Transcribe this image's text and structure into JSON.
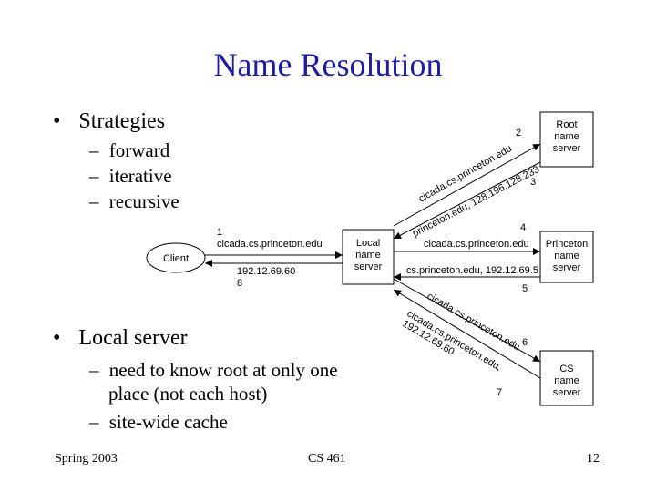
{
  "title": "Name Resolution",
  "bullets": [
    {
      "text": "Strategies",
      "subitems": [
        "forward",
        "iterative",
        "recursive"
      ]
    },
    {
      "text": "Local server",
      "subitems": [
        "need to know root at only one",
        "place (not each host)",
        "site-wide cache"
      ]
    }
  ],
  "bullet_glyph": "•",
  "dash_glyph": "–",
  "footer": {
    "left": "Spring 2003",
    "center": "CS 461",
    "right": "12"
  },
  "diagram": {
    "nodes": {
      "client": "Client",
      "local": [
        "Local",
        "name",
        "server"
      ],
      "root": [
        "Root",
        "name",
        "server"
      ],
      "princeton": [
        "Princeton",
        "name",
        "server"
      ],
      "cs": [
        "CS",
        "name",
        "server"
      ]
    },
    "steps": {
      "s1": "1",
      "s1_label": "cicada.cs.princeton.edu",
      "s8_label": "192.12.69.60",
      "s8": "8",
      "s2": "2",
      "s2_label": "cicada.cs.princeton.edu",
      "s3": "3",
      "s3_label": "princeton.edu, 128.196.128.233",
      "s4": "4",
      "s4_label": "cicada.cs.princeton.edu",
      "s5_label": "cs.princeton.edu, 192.12.69.5",
      "s5": "5",
      "s6_label": "cicada.cs.princeton.edu",
      "s6": "6",
      "s7_label_a": "cicada.cs.princeton.edu,",
      "s7_label_b": "192.12.69.60",
      "s7": "7"
    }
  }
}
